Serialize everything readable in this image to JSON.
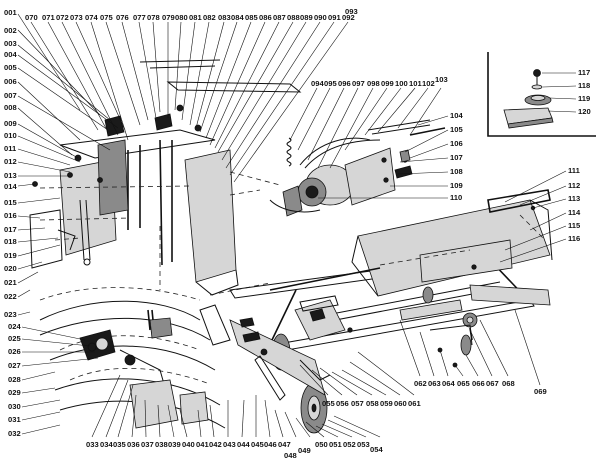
{
  "callouts": {
    "left": [
      "001",
      "002",
      "003",
      "004",
      "005",
      "006",
      "007",
      "008",
      "009",
      "010",
      "011",
      "012",
      "013",
      "014",
      "015",
      "016",
      "017",
      "018",
      "019",
      "020",
      "021",
      "022",
      "023",
      "024",
      "025",
      "026",
      "027",
      "028",
      "029",
      "030",
      "031",
      "032"
    ],
    "top": [
      "070",
      "071",
      "072",
      "073",
      "074",
      "075",
      "076",
      "077",
      "078",
      "079",
      "080",
      "081",
      "082",
      "083",
      "084",
      "085",
      "086",
      "087",
      "088",
      "089",
      "090",
      "091",
      "092",
      "093"
    ],
    "mid_top": [
      "094",
      "095",
      "096",
      "097",
      "098",
      "099",
      "100",
      "101",
      "102",
      "103"
    ],
    "right": [
      "104",
      "105",
      "106",
      "107",
      "108",
      "109",
      "110"
    ],
    "far_right": [
      "111",
      "112",
      "113",
      "114",
      "115",
      "116"
    ],
    "bottom": [
      "033",
      "034",
      "035",
      "036",
      "037",
      "038",
      "039",
      "040",
      "041",
      "042",
      "043",
      "044",
      "045",
      "046",
      "047",
      "048",
      "049",
      "050",
      "051",
      "052",
      "053",
      "054"
    ],
    "lower_mid": [
      "055",
      "056",
      "057",
      "058",
      "059",
      "060",
      "061"
    ],
    "lower_right": [
      "062",
      "063",
      "064",
      "065",
      "066",
      "067",
      "068",
      "069"
    ]
  },
  "inset": {
    "callouts": [
      "117",
      "118",
      "119",
      "120"
    ]
  }
}
